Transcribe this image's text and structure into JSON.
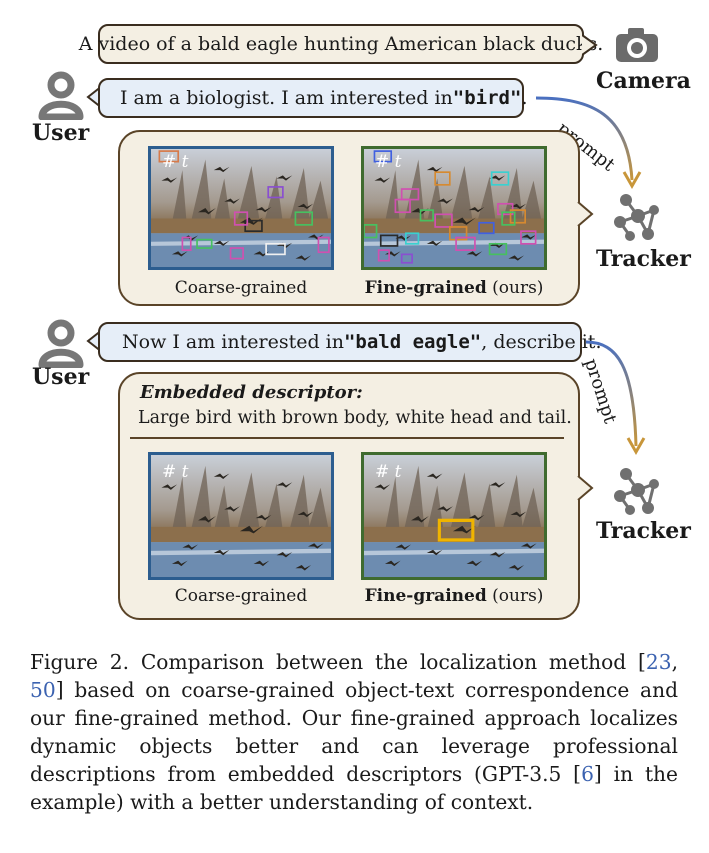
{
  "top_bubble": "A video of a bald eagle hunting American black ducks.",
  "camera_label": "Camera",
  "user_label": "User",
  "tracker_label": "Tracker",
  "prompt_label": "prompt",
  "query1": {
    "prefix": "I am a biologist. I am interested in ",
    "keyword": "\"bird\"",
    "suffix": "."
  },
  "query2": {
    "prefix": "Now I am interested in ",
    "keyword": "\"bald eagle\"",
    "suffix": ", describe it."
  },
  "frame_label": "# t",
  "coarse_label": "Coarse-grained",
  "fine_label_bold": "Fine-grained",
  "fine_label_rest": " (ours)",
  "descriptor_title": "Embedded descriptor:",
  "descriptor_text": "Large bird with brown body, white head and tail.",
  "figure_caption": {
    "lead": "Figure 2.  Comparison between the localization method [",
    "ref1": "23",
    "sep": ", ",
    "ref2": "50",
    "mid": "] based on coarse-grained object-text correspondence and our fine-grained method. Our fine-grained approach localizes dynamic objects better and can leverage professional descriptions from embedded descriptors (GPT-3.5 [",
    "ref3": "6",
    "tail": "] in the example) with a better understanding of context."
  },
  "colors": {
    "panel_bg": "#f4efe3",
    "query_bg": "#e6eef8",
    "coarse_border": "#2c5d8f",
    "fine_border": "#3f6b2f",
    "highlight_box": "#f0b400",
    "arrow_top": "#4a70c0",
    "arrow_bottom": "#c8963a"
  },
  "icons": [
    "user-icon",
    "camera-icon",
    "tracker-network-icon"
  ]
}
